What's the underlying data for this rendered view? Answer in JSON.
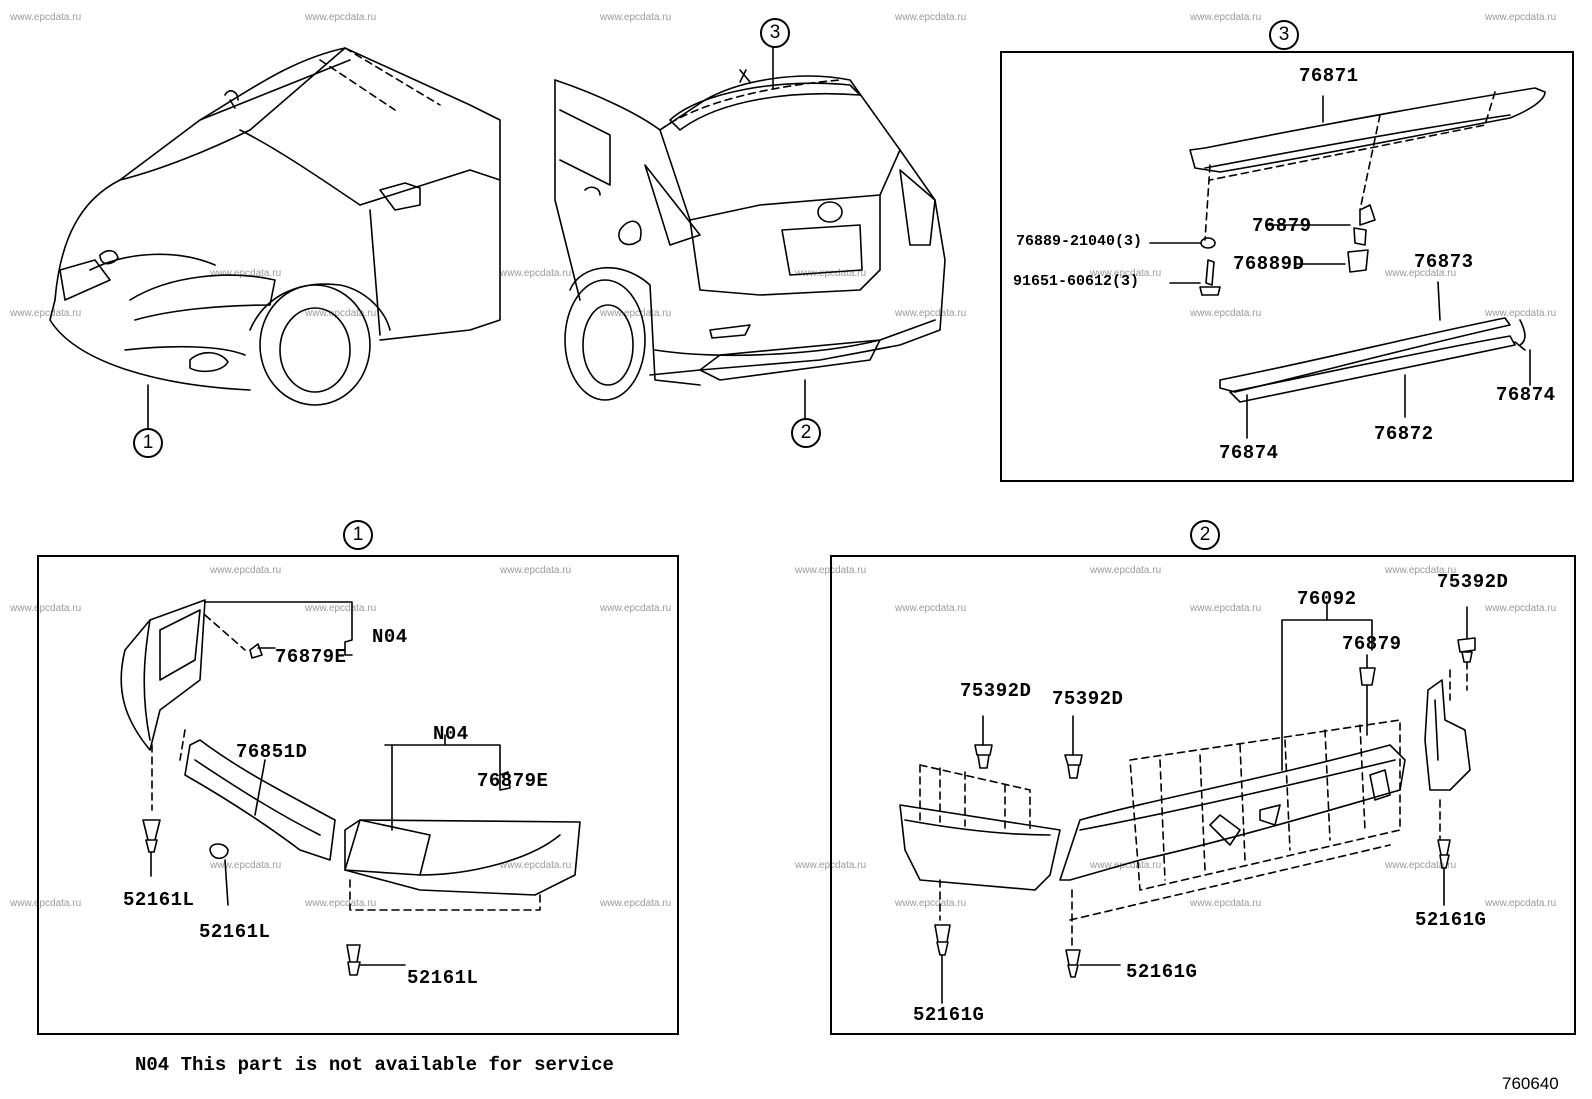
{
  "watermark": "www.epcdata.ru",
  "callouts": {
    "front": "1",
    "rear": "2",
    "spoiler": "3"
  },
  "labels": {
    "p76871": "76871",
    "p76879_top": "76879",
    "p76889_21040": "76889-21040(3)",
    "p76889D": "76889D",
    "p91651": "91651-60612(3)",
    "p76873": "76873",
    "p76874_right": "76874",
    "p76874_left": "76874",
    "p76872": "76872",
    "p76879E_top": "76879E",
    "n04_top": "N04",
    "p76851D": "76851D",
    "n04_mid": "N04",
    "p76879E_mid": "76879E",
    "p52161L_a": "52161L",
    "p52161L_b": "52161L",
    "p52161L_c": "52161L",
    "p76092": "76092",
    "p75392D_tr": "75392D",
    "p76879_rear": "76879",
    "p75392D_l1": "75392D",
    "p75392D_l2": "75392D",
    "p52161G_r": "52161G",
    "p52161G_mid": "52161G",
    "p52161G_l": "52161G"
  },
  "footnote": "N04 This part is not available for service",
  "figure_number": "760640"
}
